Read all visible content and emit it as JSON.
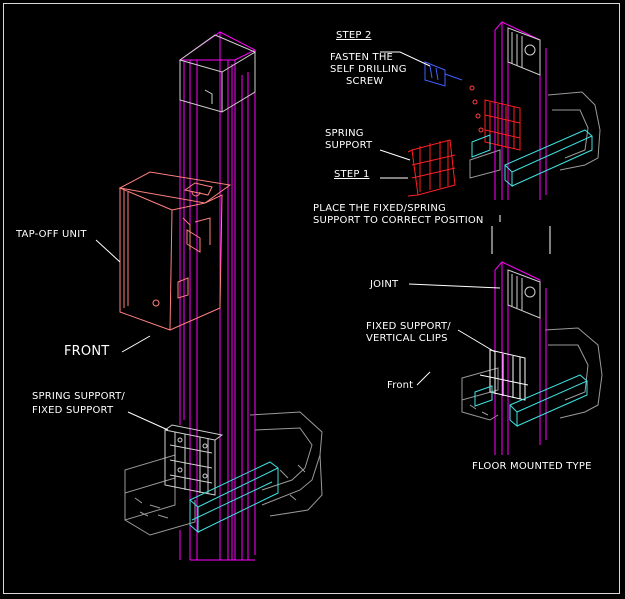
{
  "labels": {
    "tapoff_unit": "TAP-OFF UNIT",
    "front_main": "FRONT",
    "spring_fixed_line1": "SPRING SUPPORT/",
    "spring_fixed_line2": "FIXED SUPPORT",
    "step2": "STEP 2",
    "fasten_line1": "FASTEN THE",
    "fasten_line2": "SELF DRILLING",
    "fasten_line3": "SCREW",
    "spring_support_line1": "SPRING",
    "spring_support_line2": "SUPPORT",
    "step1": "STEP 1",
    "place_line1": "PLACE THE FIXED/SPRING",
    "place_line2": "SUPPORT TO CORRECT POSITION",
    "joint": "JOINT",
    "fixed_clips_line1": "FIXED SUPPORT/",
    "fixed_clips_line2": "VERTICAL CLIPS",
    "front_small": "Front",
    "floor_mounted": "FLOOR MOUNTED TYPE"
  },
  "colors": {
    "background": "#000000",
    "trunking": "#ff00ff",
    "tapoff_box": "#ff8080",
    "spring_support": "#ff2020",
    "channel": "#40e0e0",
    "slab": "#9a9a9a",
    "tool": "#4060ff",
    "text": "#ffffff"
  }
}
